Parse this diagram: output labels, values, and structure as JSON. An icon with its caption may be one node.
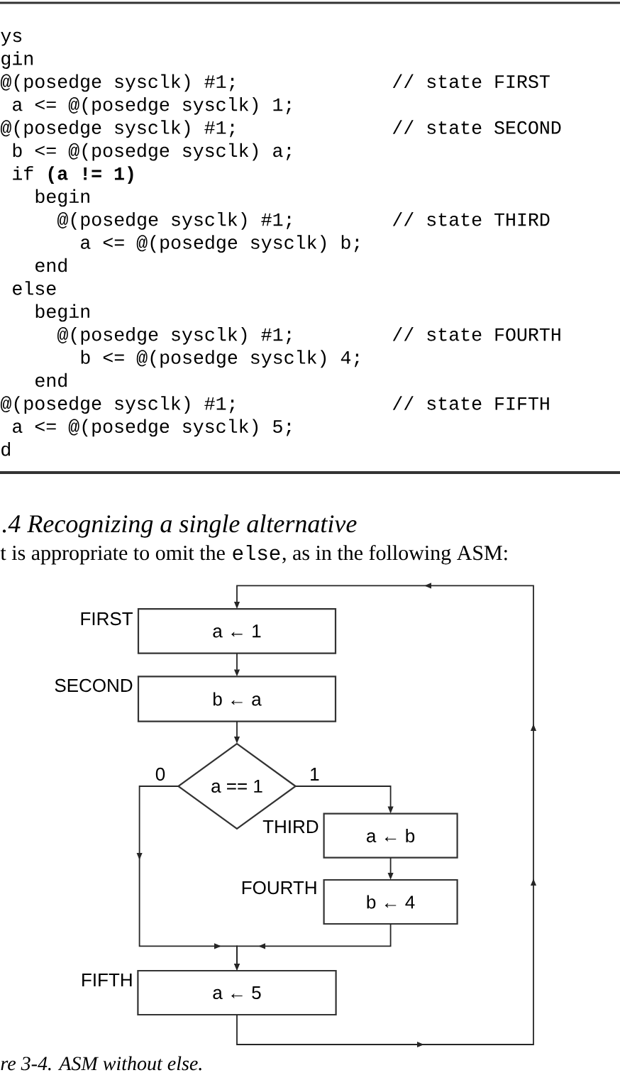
{
  "diagram": {
    "title": ".4 Recognizing a single alternative",
    "caption": "re 3-4. ASM without else.",
    "nodes": [
      {
        "text": [
          "a ← 1"
        ],
        "beside": [
          "FIRST"
        ]
      },
      {
        "text": [
          "b ← a"
        ],
        "beside": [
          "SECOND"
        ]
      },
      {
        "text": [
          "a == 1"
        ]
      },
      {
        "text": [
          "a ← b"
        ],
        "beside": [
          "THIRD"
        ]
      },
      {
        "text": [
          "b ← 4"
        ],
        "beside": [
          "FOURTH"
        ]
      },
      {
        "text": [
          "a ← 5"
        ],
        "beside": [
          "FIFTH"
        ]
      }
    ],
    "edges": [
      {
        "from": 0,
        "to": 1,
        "arrow": "to"
      },
      {
        "from": 1,
        "to": 2,
        "arrow": "to"
      },
      {
        "from": 2,
        "to": 3,
        "arrow": "to",
        "label": "1"
      },
      {
        "from": 2,
        "to": 5,
        "arrow": "to",
        "label": "0"
      },
      {
        "from": 3,
        "to": 4,
        "arrow": "to"
      },
      {
        "from": 4,
        "to": 5,
        "arrow": "to"
      },
      {
        "from": 5,
        "to": 0,
        "arrow": "to"
      }
    ],
    "labels": [
      "ys",
      "gin",
      "@(posedge sysclk) #1;",
      "// state FIRST",
      "a <= @(posedge sysclk) 1;",
      "@(posedge sysclk) #1;",
      "// state SECOND",
      "b <= @(posedge sysclk) a;",
      "if **(a != 1)**",
      "begin",
      "@(posedge sysclk) #1;",
      "// state THIRD",
      "a <= @(posedge sysclk) b;",
      "end",
      "else",
      "begin",
      "@(posedge sysclk) #1;",
      "// state FOURTH",
      "b <= @(posedge sysclk) 4;",
      "end",
      "@(posedge sysclk) #1;",
      "// state FIFTH",
      "a <= @(posedge sysclk) 5;",
      "d",
      "t is appropriate to omit the",
      "else",
      ", as in the following ASM:"
    ]
  }
}
